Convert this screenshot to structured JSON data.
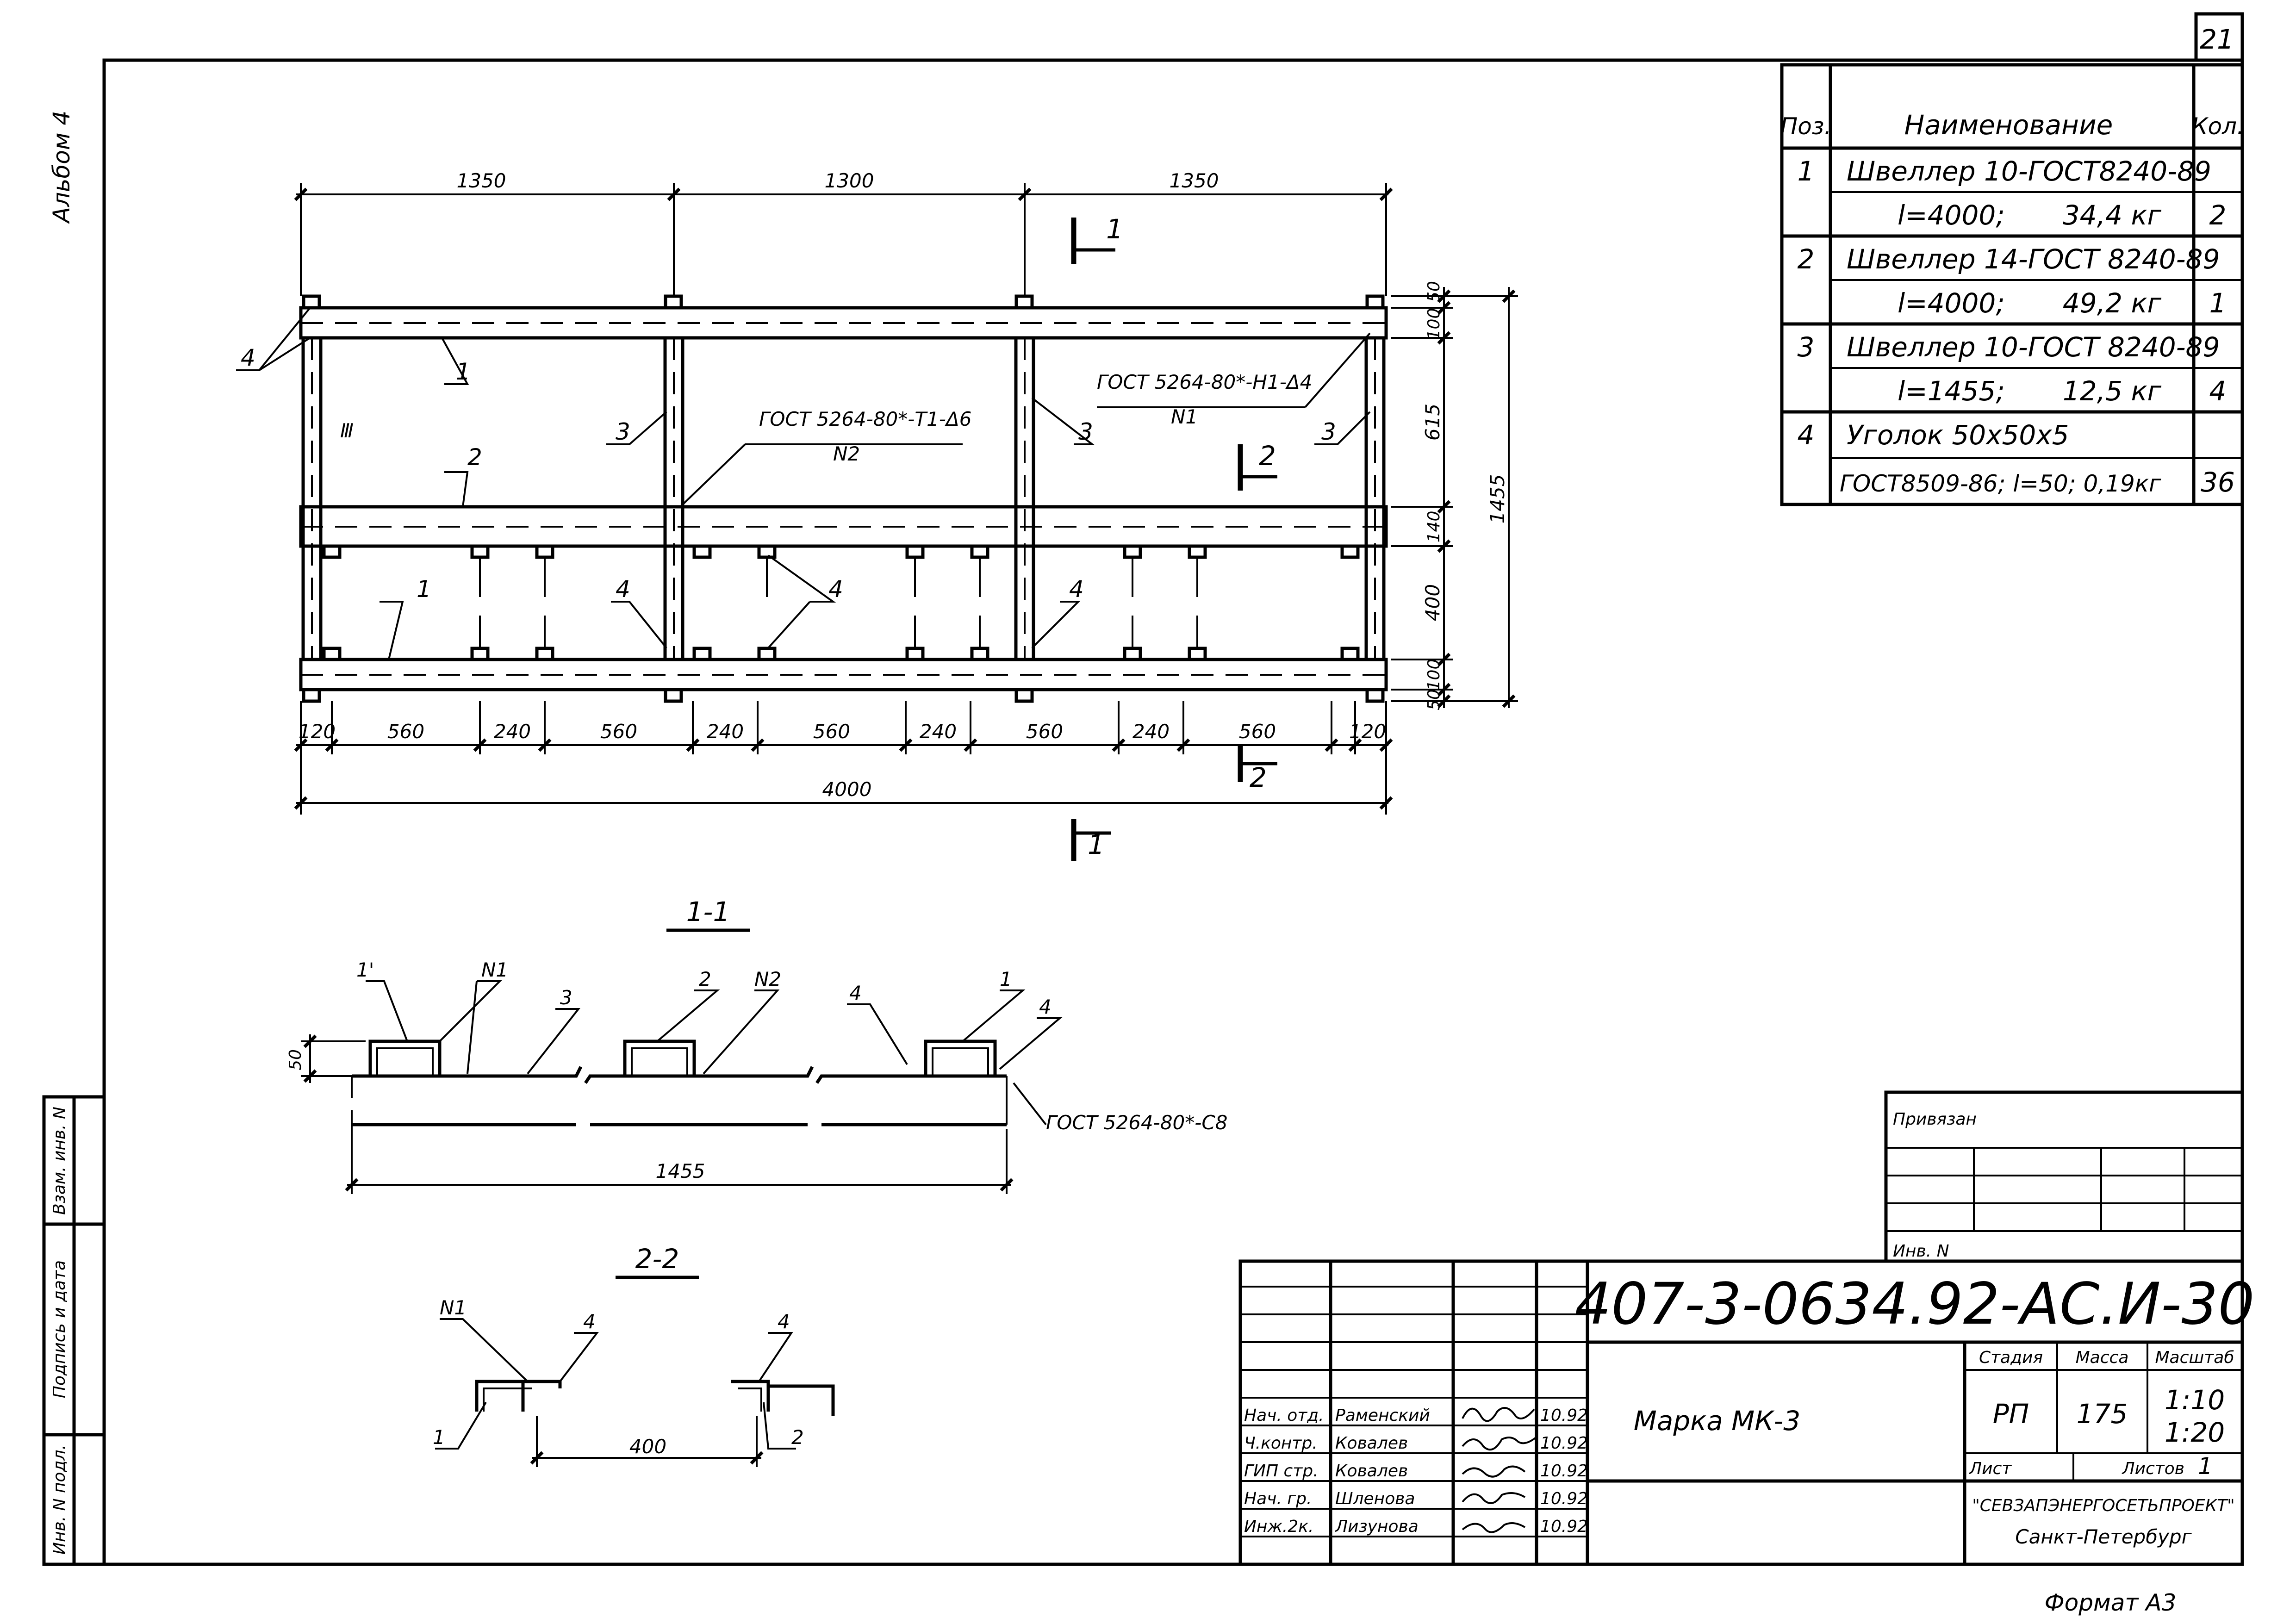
{
  "sheet_number": "21",
  "album_label": "Альбом 4",
  "format_label": "Формат А3",
  "side_stamp": {
    "vzam": "Взам. инв. N",
    "podpis": "Подпись и дата",
    "inv": "Инв. N подл."
  },
  "spec": {
    "headers": {
      "pos": "Поз.",
      "name": "Наименование",
      "qty": "Кол."
    },
    "rows": [
      {
        "pos": "1",
        "name": "Швеллер 10-ГОСТ8240-89",
        "qty": ""
      },
      {
        "pos": "",
        "name": "l=4000;",
        "name2": "34,4 кг",
        "qty": "2"
      },
      {
        "pos": "2",
        "name": "Швеллер 14-ГОСТ 8240-89",
        "qty": ""
      },
      {
        "pos": "",
        "name": "l=4000;",
        "name2": "49,2 кг",
        "qty": "1"
      },
      {
        "pos": "3",
        "name": "Швеллер 10-ГОСТ 8240-89",
        "qty": ""
      },
      {
        "pos": "",
        "name": "l=1455;",
        "name2": "12,5 кг",
        "qty": "4"
      },
      {
        "pos": "4",
        "name": "Уголок 50х50х5",
        "qty": ""
      },
      {
        "pos": "",
        "name": "ГОСТ8509-86; l=50; 0,19кг",
        "qty": "36"
      }
    ]
  },
  "plan": {
    "top_dims": [
      "1350",
      "1300",
      "1350"
    ],
    "bottom_dims": [
      "120",
      "560",
      "240",
      "560",
      "240",
      "560",
      "240",
      "560",
      "240",
      "560",
      "120"
    ],
    "total_dim": "4000",
    "right_dims": [
      "50",
      "100",
      "615",
      "140",
      "400",
      "100",
      "50"
    ],
    "right_total": "1455",
    "section_1": "1",
    "section_2": "2",
    "pos_labels": {
      "p1": "1",
      "p2": "2",
      "p3": "3",
      "p4": "4",
      "px": "Ⅲ"
    },
    "weld_1_line1": "ГОСТ 5264-80*-Т1-Δ6",
    "weld_1_line2": "N2",
    "weld_2_line1": "ГОСТ 5264-80*-Н1-Δ4",
    "weld_2_line2": "N1"
  },
  "section_11": {
    "title": "1-1",
    "height_dim": "50",
    "length_dim": "1455",
    "labels": {
      "p1a": "1'",
      "n1": "N1",
      "p3": "3",
      "p2": "2",
      "n2": "N2",
      "p4a": "4",
      "p1b": "1",
      "p4b": "4"
    },
    "weld_note": "ГОСТ 5264-80*-С8"
  },
  "section_22": {
    "title": "2-2",
    "gap_dim": "400",
    "labels": {
      "n1": "N1",
      "p4a": "4",
      "p1": "1",
      "p4b": "4",
      "p2": "2"
    }
  },
  "title_block": {
    "attached": "Привязан",
    "inv_no": "Инв. N",
    "code": "407-3-0634.92-АС.И-30",
    "item_name": "Марка МК-3",
    "stage_label": "Стадия",
    "mass_label": "Масса",
    "scale_label": "Масштаб",
    "stage": "РП",
    "mass": "175",
    "scale1": "1:10",
    "scale2": "1:20",
    "sheet_label": "Лист",
    "sheets_label": "Листов",
    "sheets_count": "1",
    "org": "\"СЕВЗАПЭНЕРГОСЕТЬПРОЕКТ\"",
    "city": "Санкт-Петербург",
    "staff": [
      {
        "role": "Нач. отд.",
        "name": "Раменский",
        "date": "10.92"
      },
      {
        "role": "Ч.контр.",
        "name": "Ковалев",
        "date": "10.92"
      },
      {
        "role": "ГИП стр.",
        "name": "Ковалев",
        "date": "10.92"
      },
      {
        "role": "Нач. гр.",
        "name": "Шленова",
        "date": "10.92"
      },
      {
        "role": "Инж.2к.",
        "name": "Лизунова",
        "date": "10.92"
      }
    ]
  }
}
